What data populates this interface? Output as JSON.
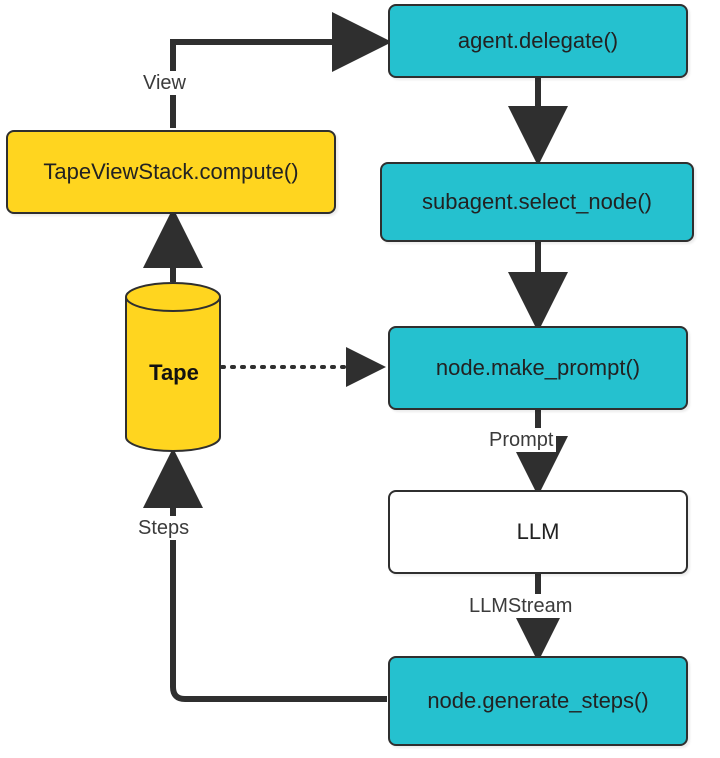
{
  "colors": {
    "teal_box": "#25c1cf",
    "yellow_box": "#ffd51f",
    "white_box": "#ffffff",
    "line": "#2f2f2f"
  },
  "nodes": {
    "agent_delegate": "agent.delegate()",
    "tapeviewstack_compute": "TapeViewStack.compute()",
    "subagent_select_node": "subagent.select_node()",
    "tape": "Tape",
    "node_make_prompt": "node.make_prompt()",
    "llm": "LLM",
    "node_generate_steps": "node.generate_steps()"
  },
  "edges": {
    "view": "View",
    "prompt": "Prompt",
    "steps": "Steps",
    "llmstream": "LLMStream"
  }
}
